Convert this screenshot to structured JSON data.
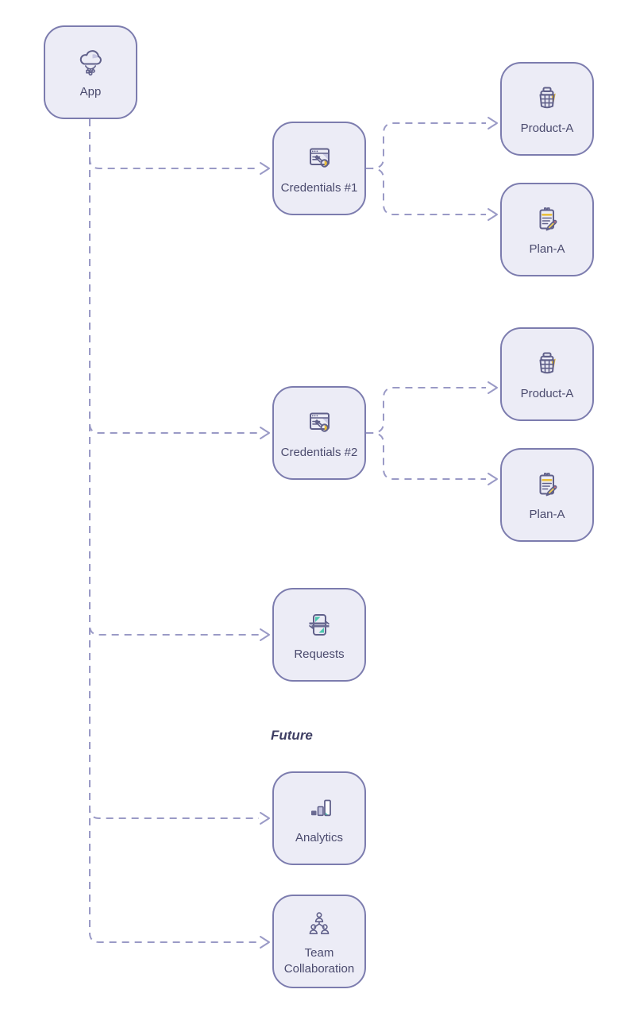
{
  "diagram": {
    "future_label": "Future",
    "colors": {
      "node_fill": "#ececf6",
      "node_border": "#7c7cae",
      "connector": "#9a9ac6",
      "label_text": "#4b4b6e",
      "future_text": "#3e3e63",
      "accent_yellow": "#e9be3c",
      "accent_teal": "#4cc5ae",
      "accent_pink": "#ec7272"
    },
    "nodes": [
      {
        "id": "app",
        "label": "App",
        "icon": "cloud-app-icon"
      },
      {
        "id": "credentials-1",
        "label": "Credentials #1",
        "icon": "browser-key-icon"
      },
      {
        "id": "product-a-1",
        "label": "Product-A",
        "icon": "product-basket-icon"
      },
      {
        "id": "plan-a-1",
        "label": "Plan-A",
        "icon": "clipboard-pencil-icon"
      },
      {
        "id": "credentials-2",
        "label": "Credentials #2",
        "icon": "browser-key-icon"
      },
      {
        "id": "product-a-2",
        "label": "Product-A",
        "icon": "product-basket-icon"
      },
      {
        "id": "plan-a-2",
        "label": "Plan-A",
        "icon": "clipboard-pencil-icon"
      },
      {
        "id": "requests",
        "label": "Requests",
        "icon": "sync-requests-icon"
      },
      {
        "id": "analytics",
        "label": "Analytics",
        "icon": "bar-chart-icon"
      },
      {
        "id": "team",
        "label": "Team Collaboration",
        "icon": "team-people-icon"
      }
    ],
    "edges": [
      {
        "from": "App",
        "to": "Credentials #1"
      },
      {
        "from": "App",
        "to": "Credentials #2"
      },
      {
        "from": "App",
        "to": "Requests"
      },
      {
        "from": "App",
        "to": "Analytics"
      },
      {
        "from": "App",
        "to": "Team Collaboration"
      },
      {
        "from": "Credentials #1",
        "to": "Product-A"
      },
      {
        "from": "Credentials #1",
        "to": "Plan-A"
      },
      {
        "from": "Credentials #2",
        "to": "Product-A"
      },
      {
        "from": "Credentials #2",
        "to": "Plan-A"
      }
    ]
  }
}
